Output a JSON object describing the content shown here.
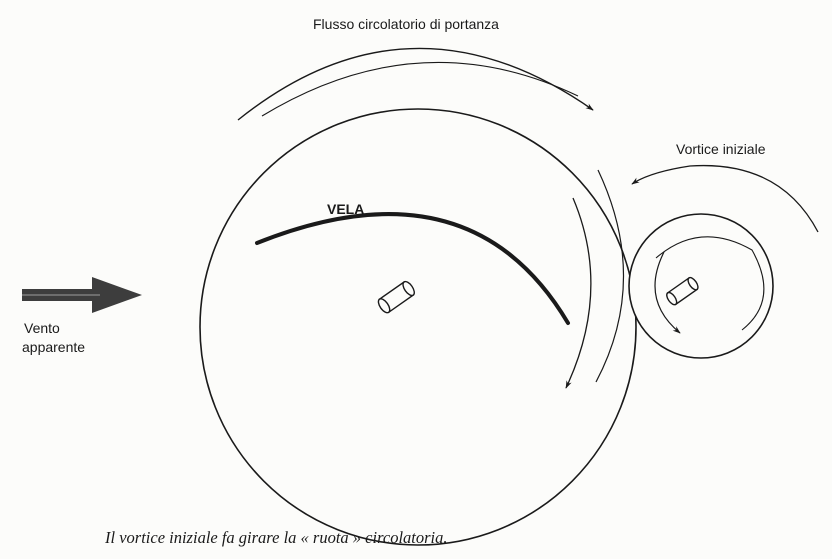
{
  "labels": {
    "top_flow": "Flusso circolatorio di portanza",
    "initial_vortex": "Vortice iniziale",
    "sail": "VELA",
    "wind_line1": "Vento",
    "wind_line2": "apparente"
  },
  "caption": "Il vortice iniziale fa girare la « ruota » circolatoria."
}
